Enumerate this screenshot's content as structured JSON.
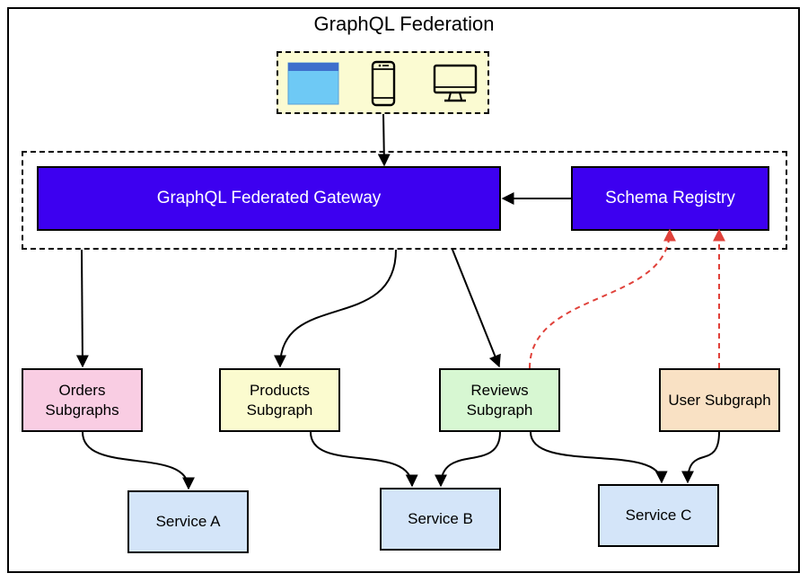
{
  "title": "GraphQL Federation",
  "clients": {
    "icons": [
      "browser-icon",
      "mobile-phone-icon",
      "desktop-monitor-icon"
    ],
    "colors": {
      "fill": "#fbfbd2"
    }
  },
  "gateway": {
    "label": "GraphQL Federated Gateway"
  },
  "registry": {
    "label": "Schema Registry"
  },
  "subgraphs": {
    "orders": {
      "label": "Orders\nSubgraphs",
      "color": "#f9cde3"
    },
    "products": {
      "label": "Products\nSubgraph",
      "color": "#fbfbcf"
    },
    "reviews": {
      "label": "Reviews\nSubgraph",
      "color": "#d7f7d2"
    },
    "user": {
      "label": "User Subgraph",
      "color": "#f9e1c4"
    }
  },
  "services": {
    "a": {
      "label": "Service A"
    },
    "b": {
      "label": "Service B"
    },
    "c": {
      "label": "Service C"
    },
    "color": "#d4e5f9"
  },
  "colors": {
    "gateway": "#3d00f0",
    "registration_edge": "#e0413a"
  }
}
